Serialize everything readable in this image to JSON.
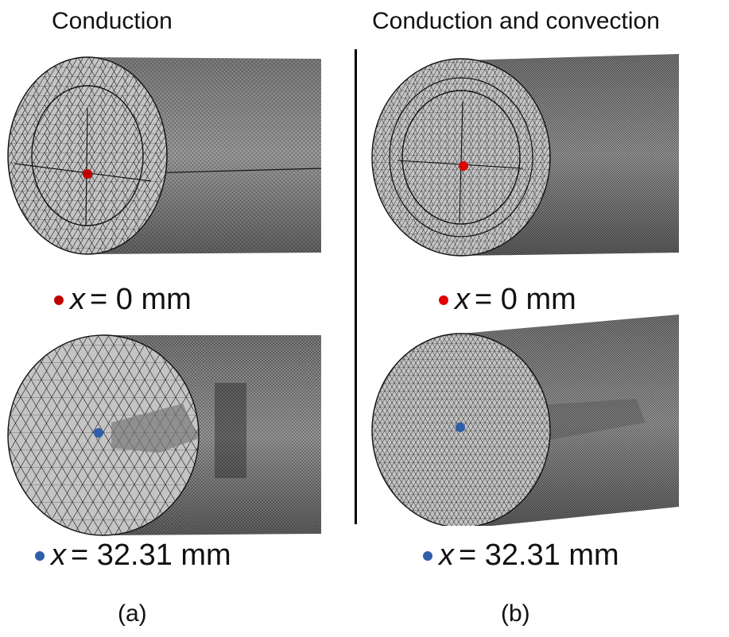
{
  "panels": {
    "a": {
      "title": "Conduction",
      "caption": "(a)",
      "points": [
        {
          "var": "x",
          "value": "= 0 mm",
          "color": "#c00000"
        },
        {
          "var": "x",
          "value": "= 32.31 mm",
          "color": "#2e5fa8"
        }
      ]
    },
    "b": {
      "title": "Conduction and convection",
      "caption": "(b)",
      "points": [
        {
          "var": "x",
          "value": "= 0 mm",
          "color": "#e00000"
        },
        {
          "var": "x",
          "value": "= 32.31 mm",
          "color": "#2e5fa8"
        }
      ]
    }
  },
  "colors": {
    "mesh_face": "#bdbdbd",
    "mesh_body": "#5a5a5a",
    "mesh_lines": "#1a1a1a",
    "divider": "#000000"
  }
}
